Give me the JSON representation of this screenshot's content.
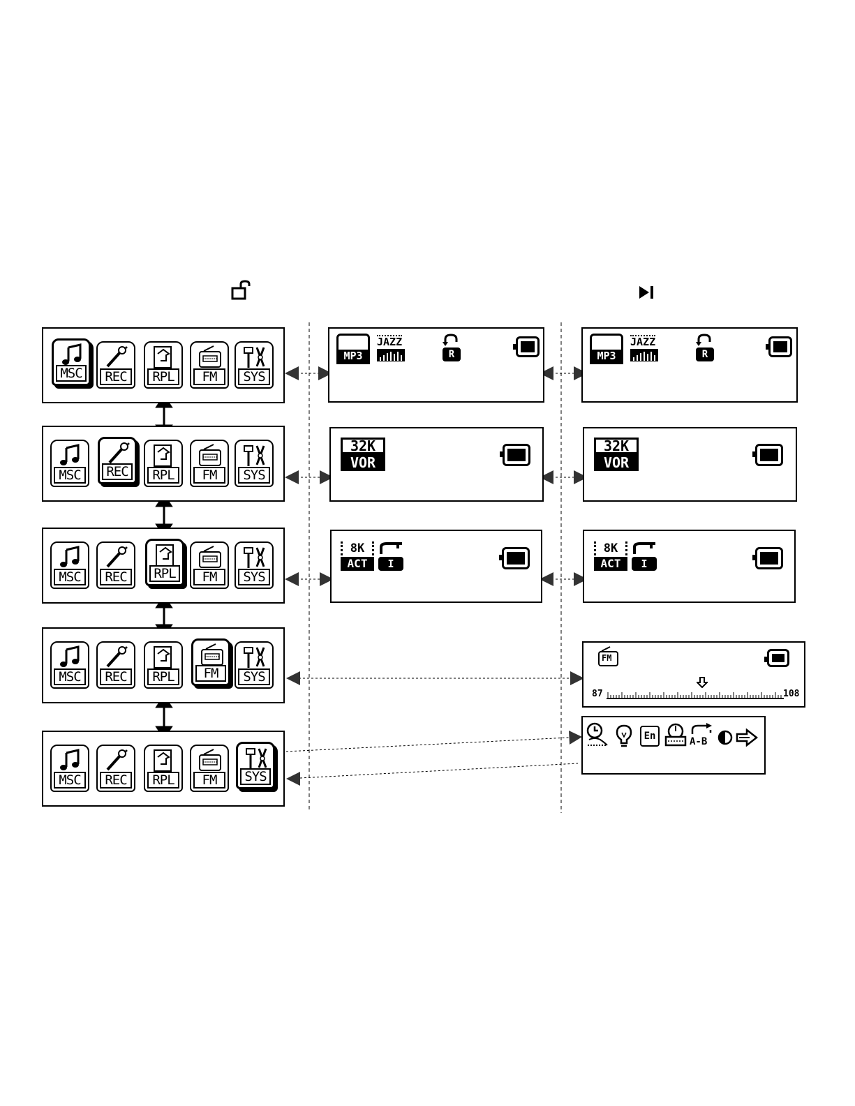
{
  "top_icons": {
    "lock_icon": "lock-open-icon",
    "next_icon": "play-next-icon"
  },
  "menu_labels": [
    "MSC",
    "REC",
    "RPL",
    "FM",
    "SYS"
  ],
  "menu_rows_selected": [
    "MSC",
    "REC",
    "RPL",
    "FM",
    "SYS"
  ],
  "music_screen": {
    "format": "MP3",
    "eq": "JAZZ",
    "repeat_badge": "R"
  },
  "record_screen": {
    "rate": "32K",
    "mode": "VOR"
  },
  "replay_screen": {
    "rate": "8K",
    "mode": "ACT",
    "badge": "I"
  },
  "fm_screen": {
    "badge": "FM",
    "min_freq": "87",
    "max_freq": "108"
  },
  "sys_screen": {
    "lang_badge": "En",
    "ab_label": "A-B"
  }
}
